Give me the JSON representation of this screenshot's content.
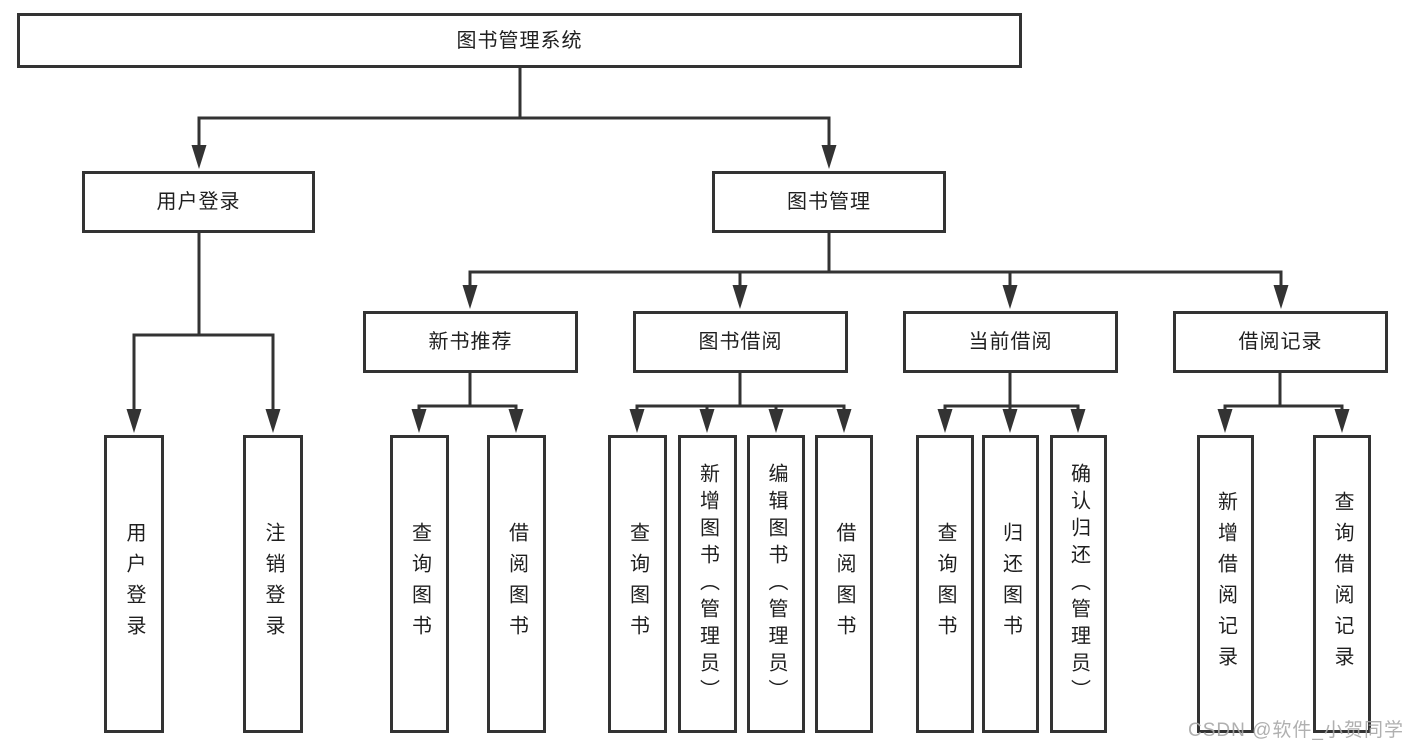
{
  "diagram": {
    "root": {
      "id": "library-management-system",
      "label": "图书管理系统"
    },
    "level2": [
      {
        "id": "user-login",
        "label": "用户登录",
        "parent": "library-management-system"
      },
      {
        "id": "book-management",
        "label": "图书管理",
        "parent": "library-management-system"
      }
    ],
    "level3": [
      {
        "id": "new-book-recommend",
        "label": "新书推荐",
        "parent": "book-management"
      },
      {
        "id": "book-borrowing",
        "label": "图书借阅",
        "parent": "book-management"
      },
      {
        "id": "current-borrowing",
        "label": "当前借阅",
        "parent": "book-management"
      },
      {
        "id": "borrowing-records",
        "label": "借阅记录",
        "parent": "book-management"
      }
    ],
    "leaves": [
      {
        "id": "user-login-action",
        "label": "用户登录",
        "parent": "user-login"
      },
      {
        "id": "logout-action",
        "label": "注销登录",
        "parent": "user-login"
      },
      {
        "id": "query-books-recommend",
        "label": "查询图书",
        "parent": "new-book-recommend"
      },
      {
        "id": "borrow-books-recommend",
        "label": "借阅图书",
        "parent": "new-book-recommend"
      },
      {
        "id": "query-books-borrowing",
        "label": "查询图书",
        "parent": "book-borrowing"
      },
      {
        "id": "add-books-admin",
        "label": "新增图书（管理员）",
        "parent": "book-borrowing"
      },
      {
        "id": "edit-books-admin",
        "label": "编辑图书（管理员）",
        "parent": "book-borrowing"
      },
      {
        "id": "borrow-books-borrowing",
        "label": "借阅图书",
        "parent": "book-borrowing"
      },
      {
        "id": "query-books-current",
        "label": "查询图书",
        "parent": "current-borrowing"
      },
      {
        "id": "return-books",
        "label": "归还图书",
        "parent": "current-borrowing"
      },
      {
        "id": "confirm-return-admin",
        "label": "确认归还（管理员）",
        "parent": "current-borrowing"
      },
      {
        "id": "add-borrow-record",
        "label": "新增借阅记录",
        "parent": "borrowing-records"
      },
      {
        "id": "query-borrow-record",
        "label": "查询借阅记录",
        "parent": "borrowing-records"
      }
    ]
  },
  "watermark": {
    "text": "CSDN @软件_小贺同学"
  },
  "colors": {
    "line": "#333333",
    "text": "#1f1f1f",
    "box_background": "#ffffff",
    "watermark": "#a8a8a8"
  }
}
